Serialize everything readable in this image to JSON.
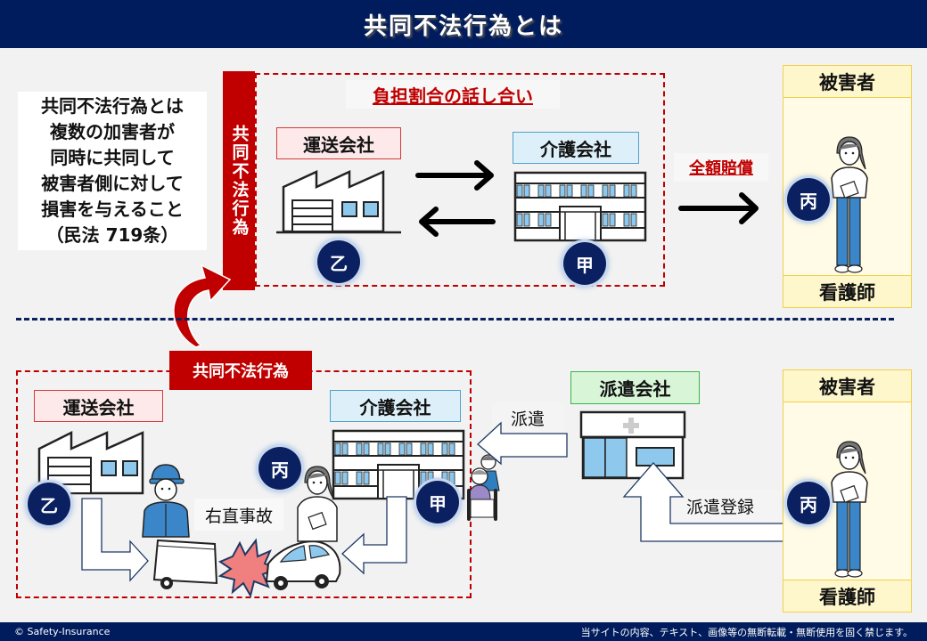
{
  "header": {
    "title": "共同不法行為とは"
  },
  "definition": {
    "lines": [
      "共同不法行為とは",
      "複数の加害者が",
      "同時に共同して",
      "被害者側に対して",
      "損害を与えること",
      "（民法 719条）"
    ]
  },
  "top_section": {
    "joint_tort_bar": "共同不法行為",
    "discussion_title": "負担割合の話し合い",
    "transport_company": {
      "label": "運送会社",
      "badge": "乙"
    },
    "care_company": {
      "label": "介護会社",
      "badge": "甲"
    },
    "compensation_label": "全額賠償",
    "victim": {
      "header": "被害者",
      "footer": "看護師",
      "badge": "丙"
    }
  },
  "bottom_section": {
    "joint_tort_tag": "共同不法行為",
    "transport_company": {
      "label": "運送会社",
      "badge": "乙"
    },
    "care_company": {
      "label": "介護会社",
      "badge": "甲"
    },
    "nurse_badge": "丙",
    "accident_label": "右直事故",
    "dispatch_company": {
      "label": "派遣会社"
    },
    "dispatch_label": "派遣",
    "registration_label": "派遣登録",
    "victim": {
      "header": "被害者",
      "footer": "看護師",
      "badge": "丙"
    }
  },
  "footer": {
    "copyright": "© Safety-Insurance",
    "notice": "当サイトの内容、テキスト、画像等の無断転載・無断使用を固く禁じます。"
  },
  "colors": {
    "navy": "#001c5c",
    "red": "#c00000",
    "victim_yellow": "#fffbe6",
    "pink_label": "#fde9e9",
    "blue_label": "#ddf0fa",
    "green_label": "#d8f5d8"
  }
}
